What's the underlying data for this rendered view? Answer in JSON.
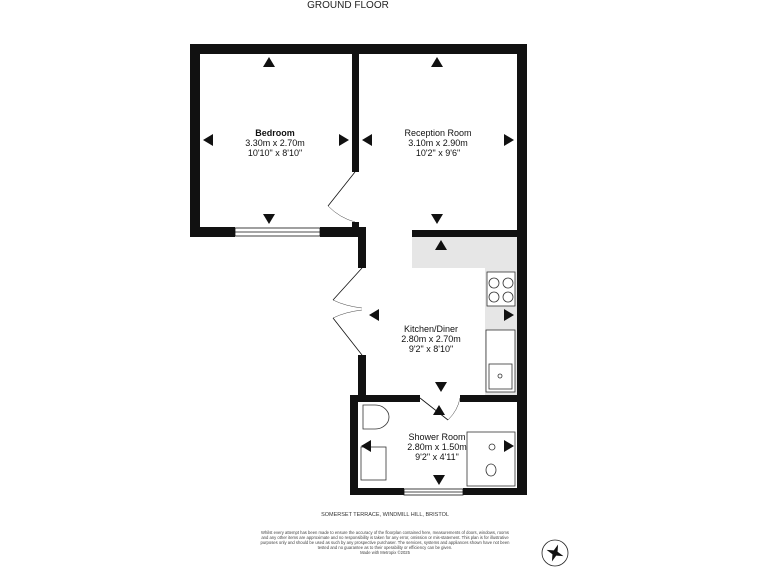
{
  "title": "GROUND FLOOR",
  "rooms": [
    {
      "name": "Bedroom",
      "metric": "3.30m  x 2.70m",
      "imperial": "10'10\"  x 8'10\""
    },
    {
      "name": "Reception Room",
      "metric": "3.10m  x 2.90m",
      "imperial": "10'2\"  x 9'6\""
    },
    {
      "name": "Kitchen/Diner",
      "metric": "2.80m  x 2.70m",
      "imperial": "9'2\"  x 8'10\""
    },
    {
      "name": "Shower Room",
      "metric": "2.80m  x 1.50m",
      "imperial": "9'2\"  x 4'11\""
    }
  ],
  "address": "SOMERSET TERRACE, WINDMILL HILL, BRISTOL",
  "disclaimer": "Whilst every attempt has been made to ensure the accuracy of the floorplan contained here, measurements of doors, windows, rooms and any other items are approximate and no responsibility is taken for any error, omission or mis-statement. This plan is for illustrative purposes only and should be used as such by any prospective purchaser. The services, systems and appliances shown have not been tested and no guarantee as to their operability or efficiency can be given.",
  "credit": "Made with Metropix ©2025",
  "compass_icon": "compass-rose-icon",
  "colors": {
    "wall": "#111111",
    "counter": "#e6e6e6"
  }
}
